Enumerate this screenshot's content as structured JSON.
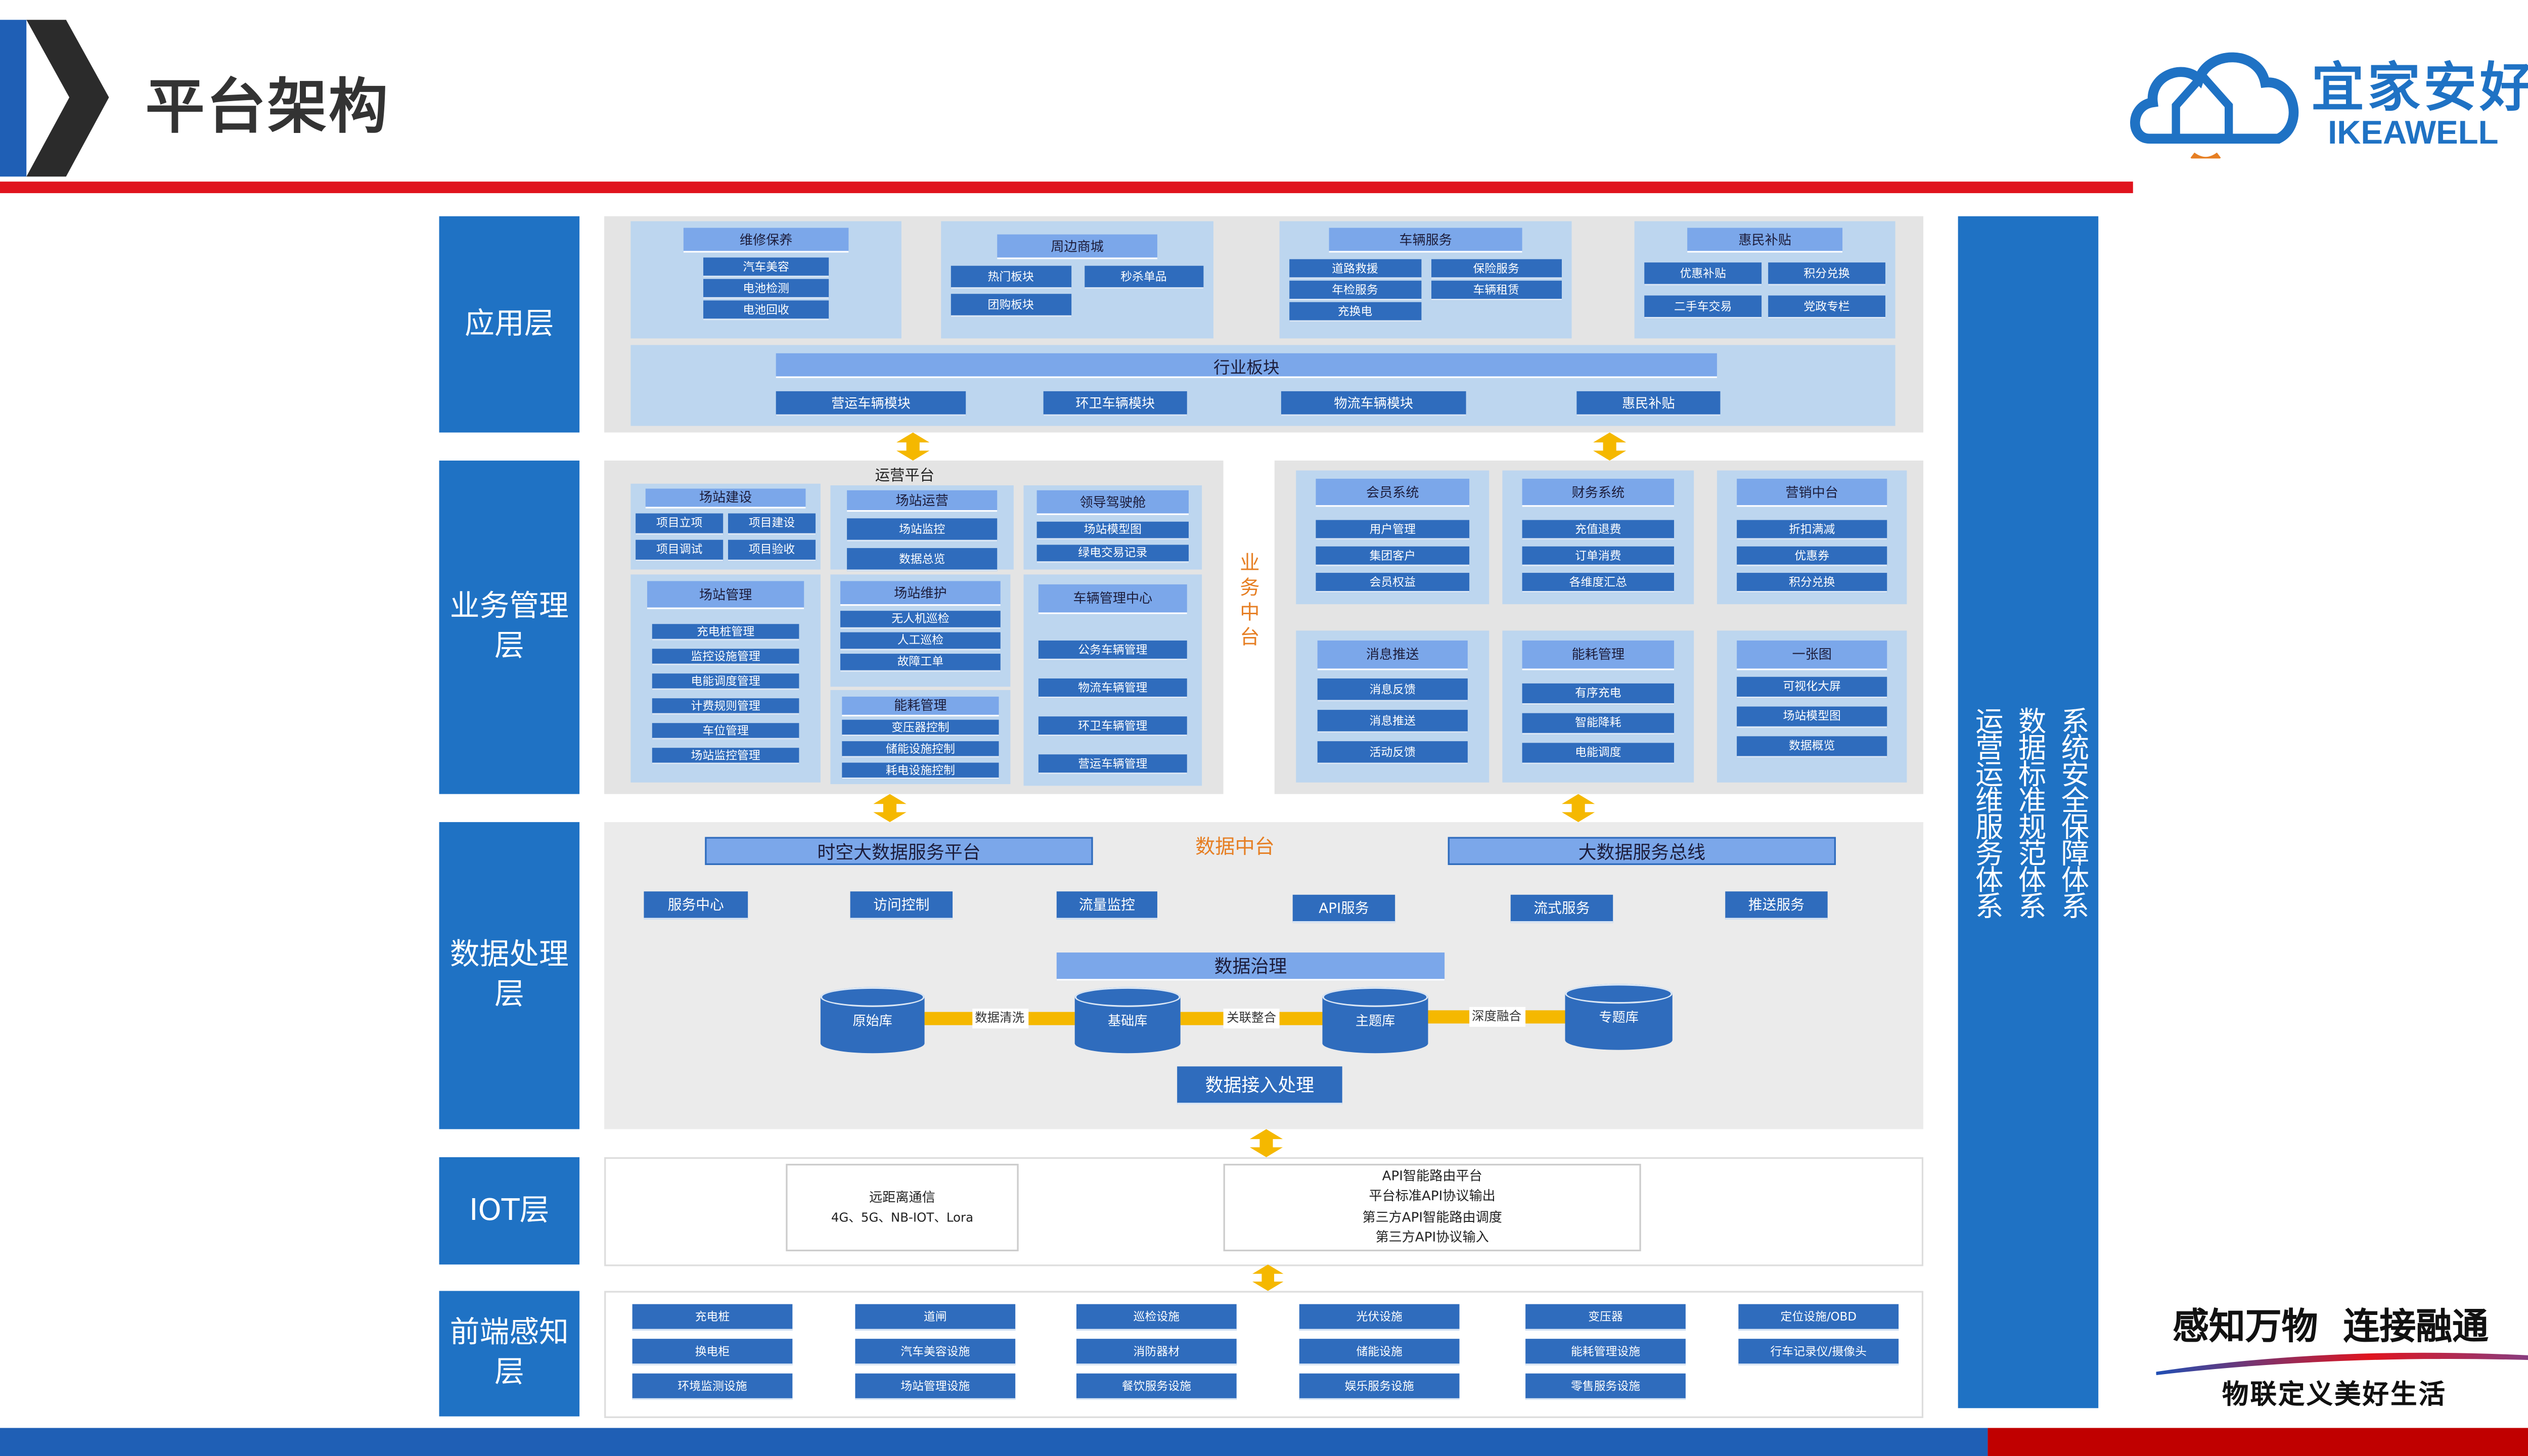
{
  "header": {
    "title": "平台架构"
  },
  "logo": {
    "cn": "宜家安好",
    "en": "IKEAWELL"
  },
  "slogan": {
    "line1": "感知万物  连接融通",
    "line2": "物联定义美好生活"
  },
  "layers": [
    "应用层",
    "业务管理层",
    "数据处理层",
    "IOT层",
    "前端感知层"
  ],
  "pillar": [
    "运营运维服务体系",
    "数据标准规范体系",
    "系统安全保障体系"
  ],
  "app": {
    "groups": [
      {
        "title": "维修保养",
        "items": [
          "汽车美容",
          "电池检测",
          "电池回收"
        ]
      },
      {
        "title": "周边商城",
        "items": [
          "热门板块",
          "秒杀单品",
          "团购板块"
        ]
      },
      {
        "title": "车辆服务",
        "items": [
          "道路救援",
          "年检服务",
          "充换电",
          "保险服务",
          "车辆租赁"
        ]
      },
      {
        "title": "惠民补贴",
        "items": [
          "优惠补贴",
          "积分兑换",
          "二手车交易",
          "党政专栏"
        ]
      }
    ],
    "industry": {
      "title": "行业板块",
      "items": [
        "营运车辆模块",
        "环卫车辆模块",
        "物流车辆模块",
        "惠民补贴"
      ]
    }
  },
  "business": {
    "ops_title": "运营平台",
    "middle_title": "业务中台",
    "ops_groups": [
      {
        "title": "场站建设",
        "items": [
          "项目立项",
          "项目建设",
          "项目调试",
          "项目验收"
        ]
      },
      {
        "title": "场站运营",
        "items": [
          "场站监控",
          "数据总览"
        ]
      },
      {
        "title": "领导驾驶舱",
        "items": [
          "场站模型图",
          "绿电交易记录"
        ]
      },
      {
        "title": "场站管理",
        "items": [
          "充电桩管理",
          "监控设施管理",
          "电能调度管理",
          "计费规则管理",
          "车位管理",
          "场站监控管理"
        ]
      },
      {
        "title": "场站维护",
        "items": [
          "无人机巡检",
          "人工巡检",
          "故障工单"
        ]
      },
      {
        "title": "能耗管理",
        "items": [
          "变压器控制",
          "储能设施控制",
          "耗电设施控制"
        ]
      },
      {
        "title": "车辆管理中心",
        "items": [
          "公务车辆管理",
          "物流车辆管理",
          "环卫车辆管理",
          "营运车辆管理"
        ]
      }
    ],
    "middle_groups": [
      {
        "title": "会员系统",
        "items": [
          "用户管理",
          "集团客户",
          "会员权益"
        ]
      },
      {
        "title": "财务系统",
        "items": [
          "充值退费",
          "订单消费",
          "各维度汇总"
        ]
      },
      {
        "title": "营销中台",
        "items": [
          "折扣满减",
          "优惠券",
          "积分兑换"
        ]
      },
      {
        "title": "消息推送",
        "items": [
          "消息反馈",
          "消息推送",
          "活动反馈"
        ]
      },
      {
        "title": "能耗管理",
        "items": [
          "有序充电",
          "智能降耗",
          "电能调度"
        ]
      },
      {
        "title": "一张图",
        "items": [
          "可视化大屏",
          "场站模型图",
          "数据概览"
        ]
      }
    ]
  },
  "data_layer": {
    "center_title": "数据中台",
    "platform": "时空大数据服务平台",
    "bus": "大数据服务总线",
    "services": [
      "服务中心",
      "访问控制",
      "流量监控",
      "API服务",
      "流式服务",
      "推送服务"
    ],
    "governance": "数据治理",
    "stores": [
      "原始库",
      "基础库",
      "主题库",
      "专题库"
    ],
    "flows": [
      "数据清洗",
      "关联整合",
      "深度融合"
    ],
    "ingest": "数据接入处理"
  },
  "iot": {
    "comm": {
      "title": "远距离通信",
      "detail": "4G、5G、NB-IOT、Lora"
    },
    "api": [
      "API智能路由平台",
      "平台标准API协议输出",
      "第三方API智能路由调度",
      "第三方API协议输入"
    ]
  },
  "front": {
    "columns": [
      [
        "充电桩",
        "换电柜",
        "环境监测设施"
      ],
      [
        "道闸",
        "汽车美容设施",
        "场站管理设施"
      ],
      [
        "巡检设施",
        "消防器材",
        "餐饮服务设施"
      ],
      [
        "光伏设施",
        "储能设施",
        "娱乐服务设施"
      ],
      [
        "变压器",
        "能耗管理设施",
        "零售服务设施"
      ],
      [
        "定位设施/OBD",
        "行车记录仪/摄像头"
      ]
    ]
  },
  "colors": {
    "primary": "#1f72c4",
    "box": "#2f6cbd",
    "header": "#7ba7ea",
    "accent": "#f5b800",
    "red": "#e0141e"
  }
}
